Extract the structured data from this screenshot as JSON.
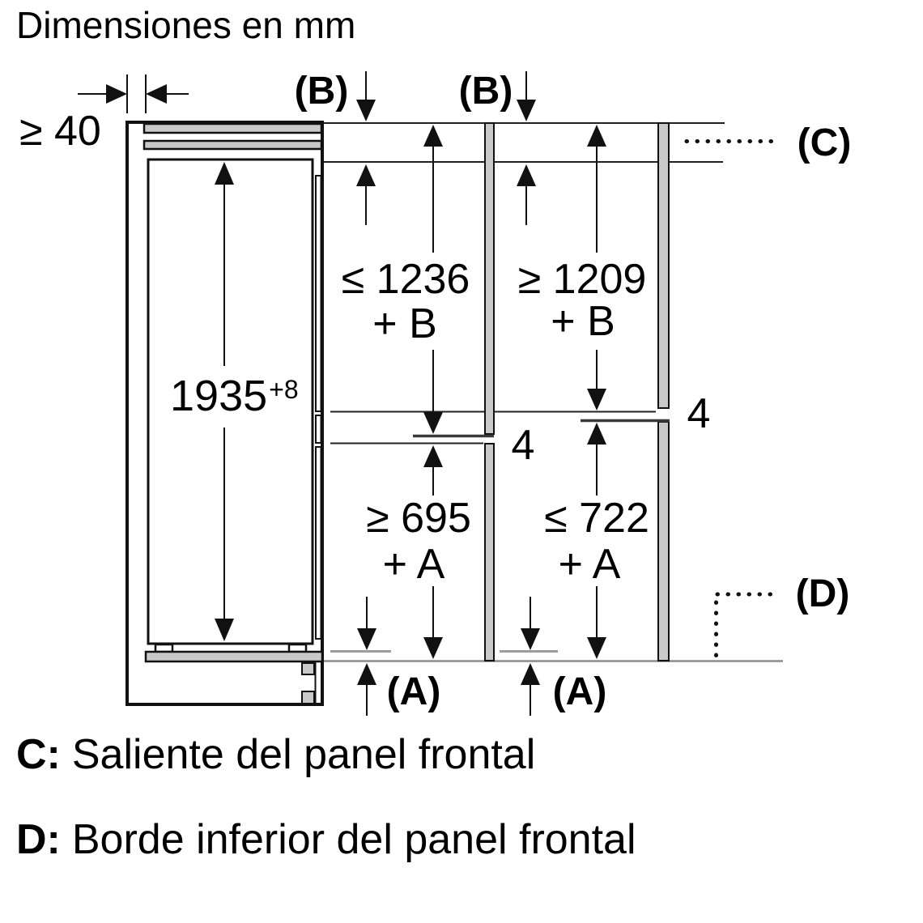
{
  "title": "Dimensiones en mm",
  "dimensions": {
    "wall_clearance": "≥ 40",
    "niche_height": "1935",
    "niche_height_tolerance": "+8",
    "left_column": {
      "top_value": "≤ 1236",
      "top_add": "+ B",
      "bottom_value": "≥ 695",
      "bottom_add": "+ A",
      "door_gap": "4"
    },
    "right_column": {
      "top_value": "≥ 1209",
      "top_add": "+ B",
      "bottom_value": "≤ 722",
      "bottom_add": "+ A",
      "door_gap": "4"
    }
  },
  "references": {
    "a_left": "(A)",
    "a_right": "(A)",
    "b_left": "(B)",
    "b_right": "(B)",
    "c": "(C)",
    "d": "(D)"
  },
  "legend": [
    {
      "key": "C:",
      "text": "Saliente del panel frontal"
    },
    {
      "key": "D:",
      "text": "Borde inferior del panel frontal"
    }
  ]
}
